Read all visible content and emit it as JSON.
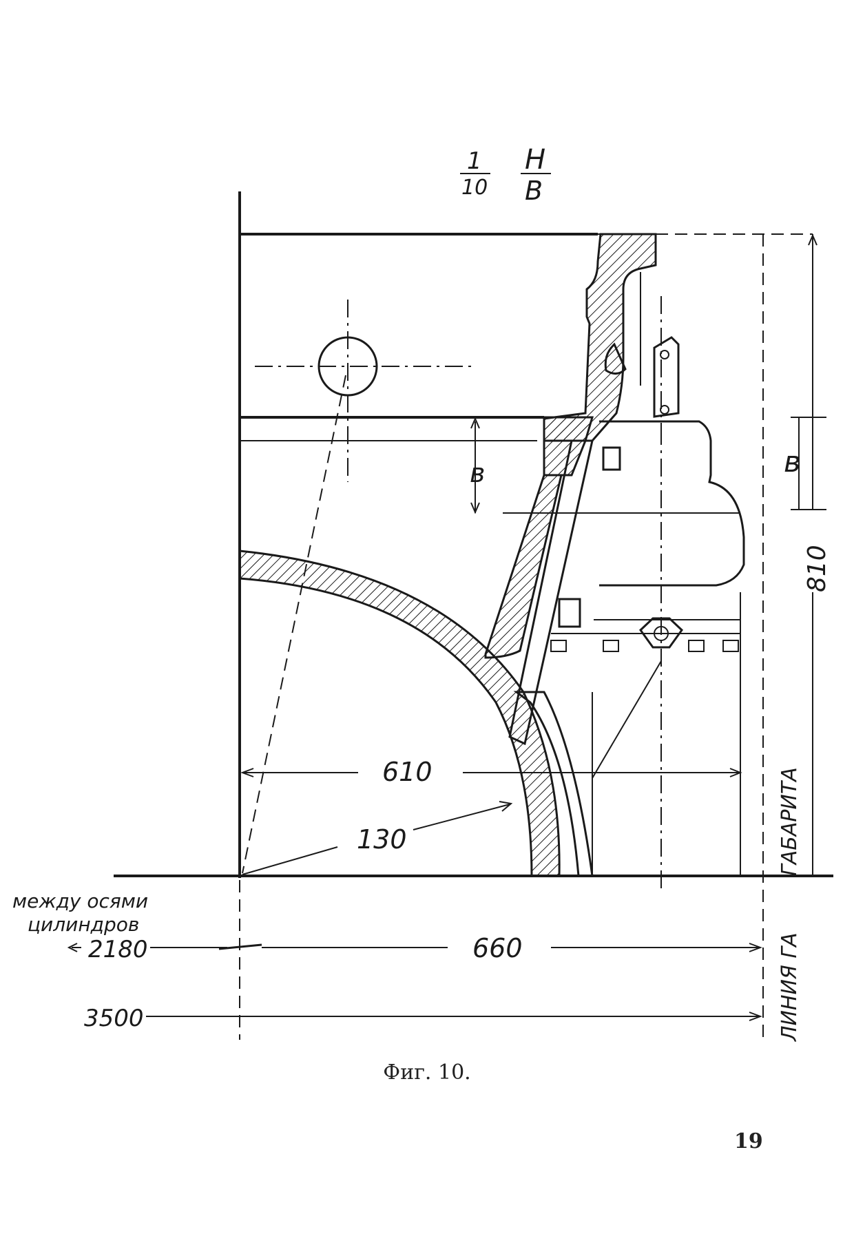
{
  "scale": {
    "numerator": "1",
    "denominator": "10"
  },
  "ratio": {
    "top": "H",
    "bottom": "B"
  },
  "dimensions": {
    "d610": "610",
    "d130": "130",
    "d660": "660",
    "d810": "810",
    "d2180": "2180",
    "d3500": "3500",
    "b_left": "в",
    "b_right": "в"
  },
  "note": {
    "line1": "между осями",
    "line2": "цилиндров"
  },
  "gauge_line": {
    "upper": "ГАБАРИТА",
    "lower": "ЛИНИЯ  ГА"
  },
  "caption": "Фиг. 10.",
  "page_number": "19"
}
